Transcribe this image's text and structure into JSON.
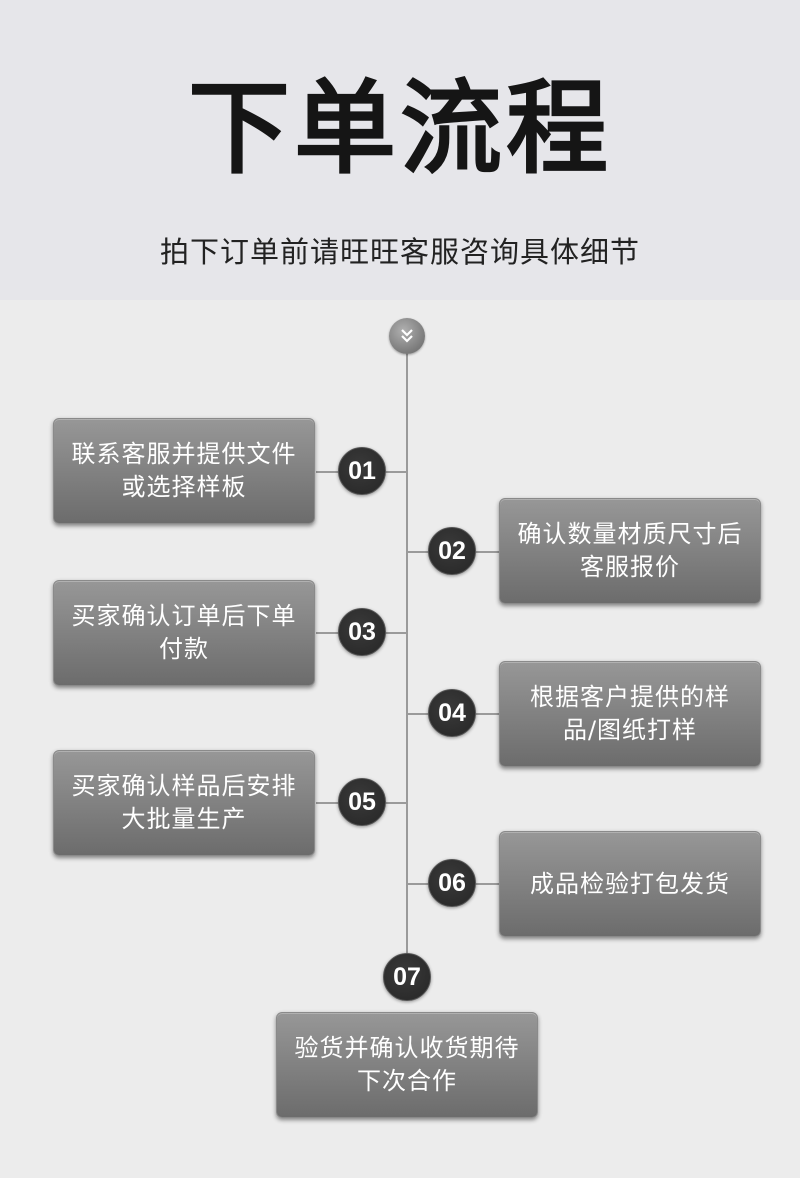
{
  "header": {
    "title": "下单流程",
    "subtitle": "拍下订单前请旺旺客服咨询具体细节"
  },
  "top_icon": "double-chevron-down-icon",
  "steps": [
    {
      "num": "01",
      "text": "联系客服并提供文件或选择样板"
    },
    {
      "num": "02",
      "text": "确认数量材质尺寸后客服报价"
    },
    {
      "num": "03",
      "text": "买家确认订单后下单付款"
    },
    {
      "num": "04",
      "text": "根据客户提供的样品/图纸打样"
    },
    {
      "num": "05",
      "text": "买家确认样品后安排大批量生产"
    },
    {
      "num": "06",
      "text": "成品检验打包发货"
    },
    {
      "num": "07",
      "text": "验货并确认收货期待下次合作"
    }
  ],
  "colors": {
    "header_bg": "#e6e6ea",
    "box_gradient_top": "#979797",
    "box_gradient_bottom": "#6c6c6c",
    "number_circle": "#262626",
    "timeline_line": "#9a9a9a"
  }
}
